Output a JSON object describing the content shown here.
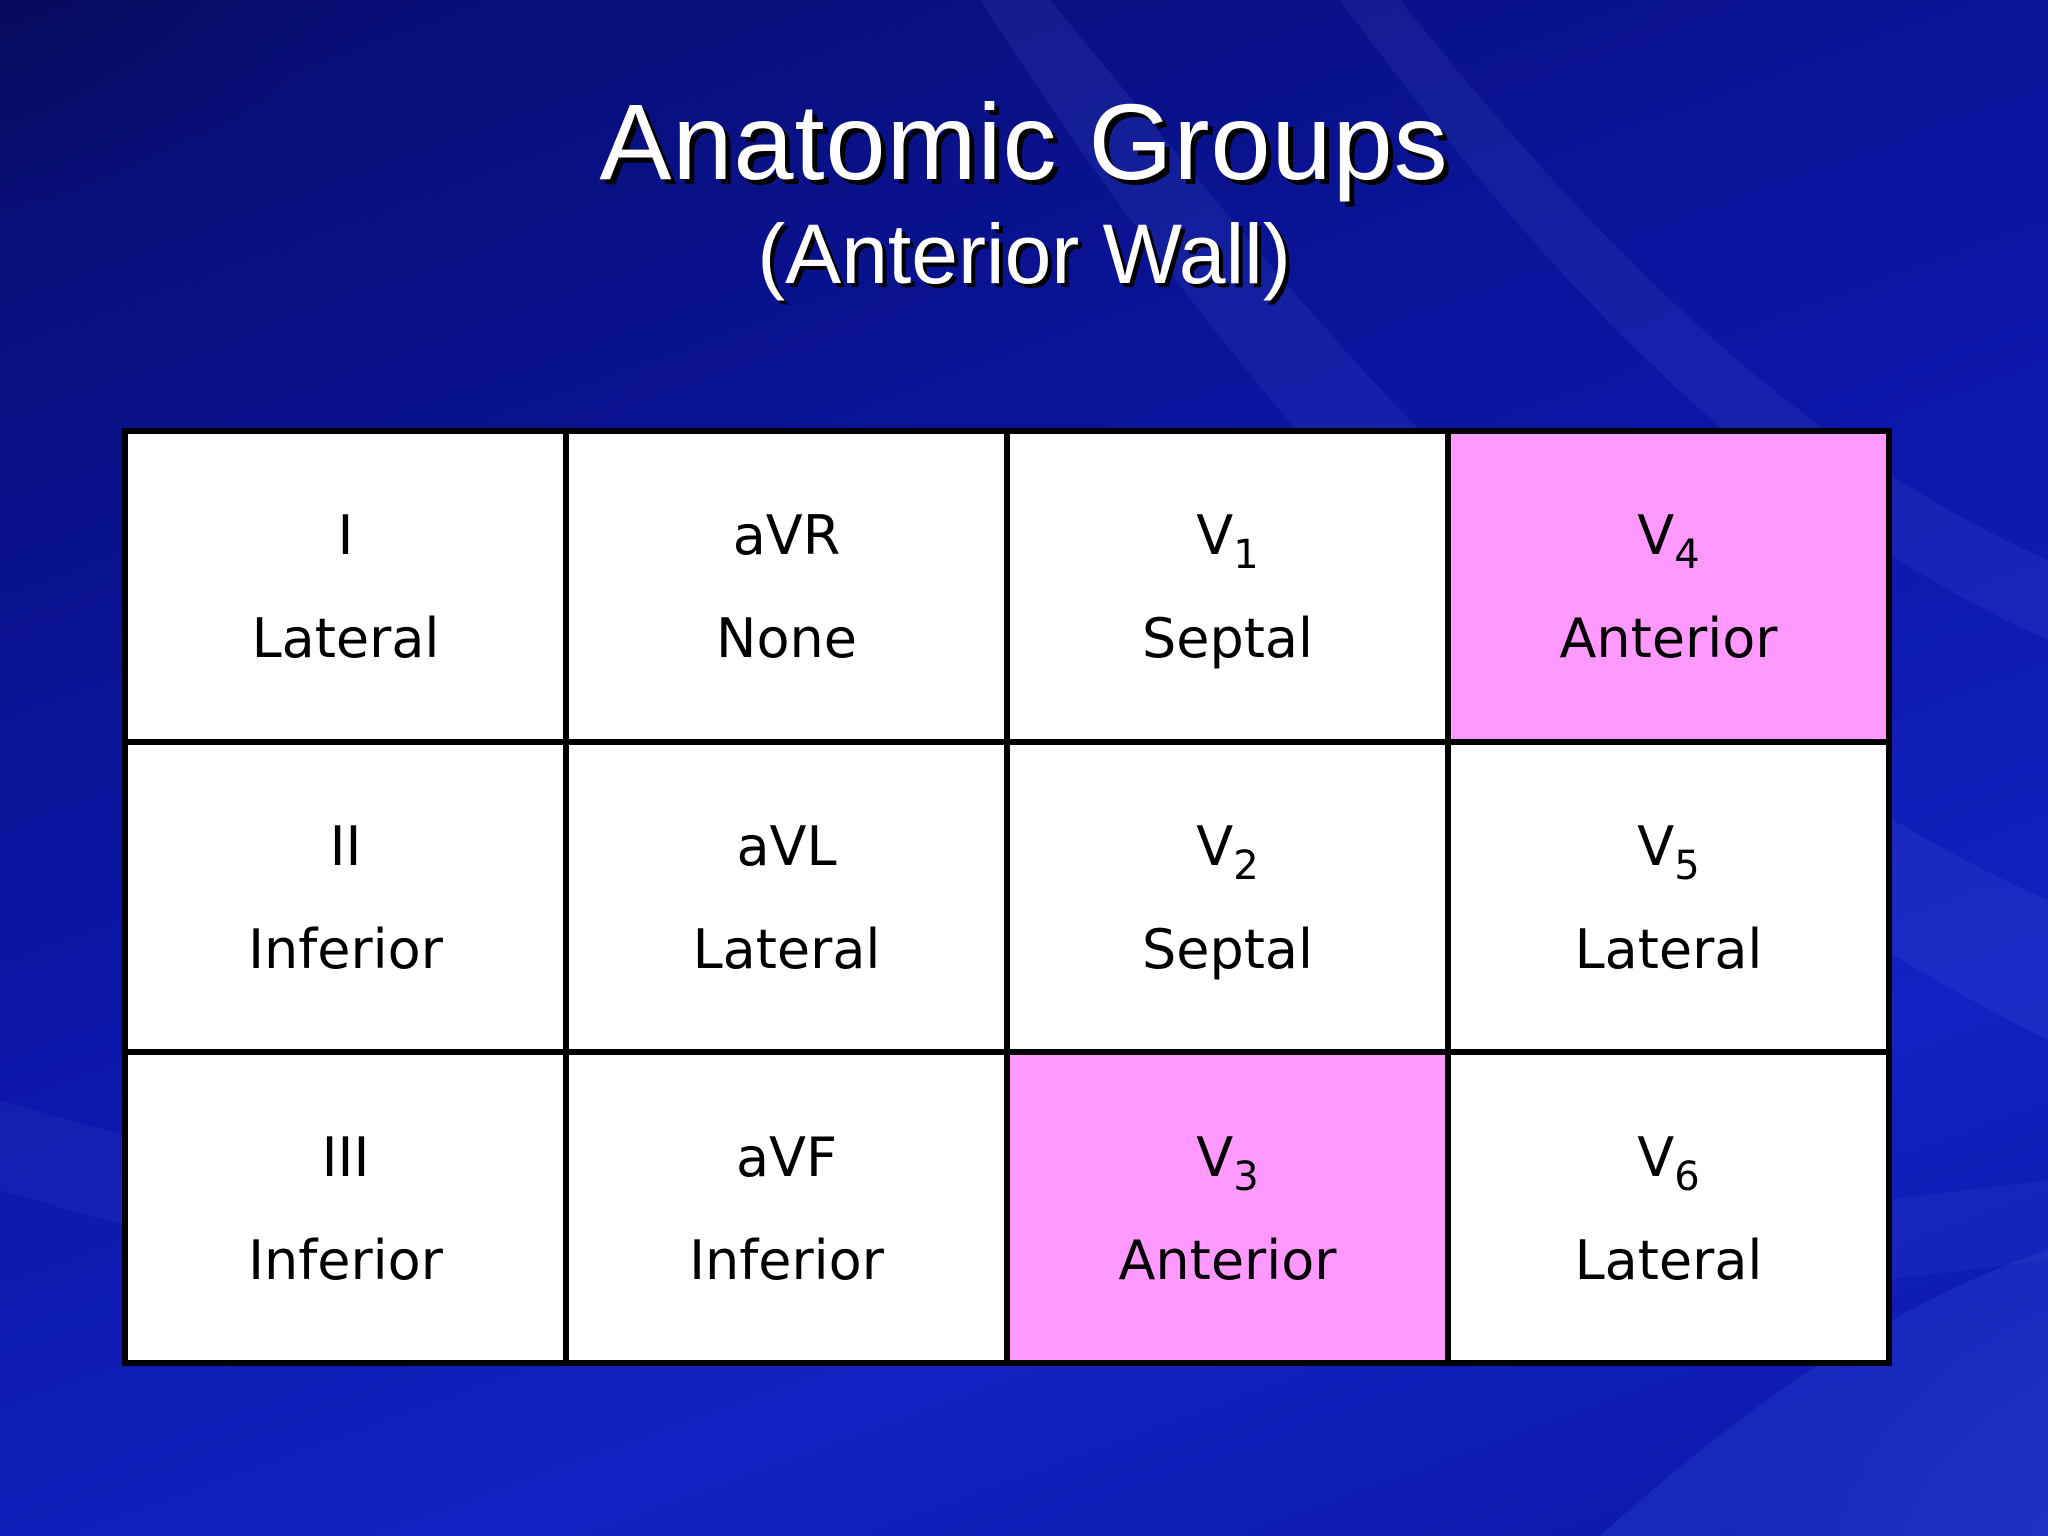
{
  "slide": {
    "title": "Anatomic Groups",
    "subtitle": "(Anterior Wall)"
  },
  "colors": {
    "background": "#0b16a6",
    "highlight": "#ff99ff",
    "cell": "#ffffff",
    "border": "#000000"
  },
  "table": {
    "rows": [
      [
        {
          "lead": "I",
          "sub": "",
          "region": "Lateral",
          "highlighted": false
        },
        {
          "lead": "aVR",
          "sub": "",
          "region": "None",
          "highlighted": false
        },
        {
          "lead": "V",
          "sub": "1",
          "region": "Septal",
          "highlighted": false
        },
        {
          "lead": "V",
          "sub": "4",
          "region": "Anterior",
          "highlighted": true
        }
      ],
      [
        {
          "lead": "II",
          "sub": "",
          "region": "Inferior",
          "highlighted": false
        },
        {
          "lead": "aVL",
          "sub": "",
          "region": "Lateral",
          "highlighted": false
        },
        {
          "lead": "V",
          "sub": "2",
          "region": "Septal",
          "highlighted": false
        },
        {
          "lead": "V",
          "sub": "5",
          "region": "Lateral",
          "highlighted": false
        }
      ],
      [
        {
          "lead": "III",
          "sub": "",
          "region": "Inferior",
          "highlighted": false
        },
        {
          "lead": "aVF",
          "sub": "",
          "region": "Inferior",
          "highlighted": false
        },
        {
          "lead": "V",
          "sub": "3",
          "region": "Anterior",
          "highlighted": true
        },
        {
          "lead": "V",
          "sub": "6",
          "region": "Lateral",
          "highlighted": false
        }
      ]
    ]
  }
}
